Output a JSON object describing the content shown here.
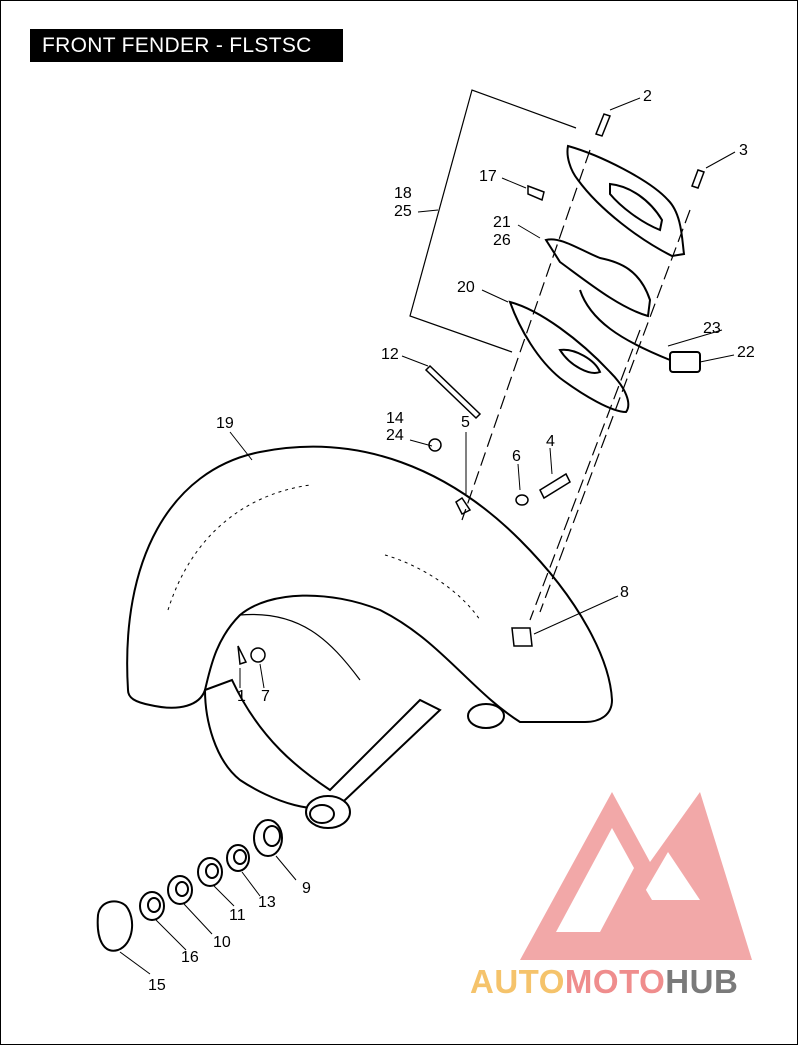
{
  "title": "FRONT FENDER - FLSTSC",
  "callouts": [
    "1",
    "2",
    "3",
    "4",
    "5",
    "6",
    "7",
    "8",
    "9",
    "10",
    "11",
    "12",
    "13",
    "14",
    "15",
    "16",
    "17",
    "18",
    "19",
    "20",
    "21",
    "22",
    "23",
    "24",
    "25",
    "26"
  ],
  "watermark": {
    "part1": "AUTO",
    "part2": "MOTO",
    "part3": "HUB"
  },
  "colors": {
    "watermark_yellow": "#f5c36b",
    "watermark_red": "#ef8d8d",
    "watermark_grey": "#7a7a7a"
  }
}
